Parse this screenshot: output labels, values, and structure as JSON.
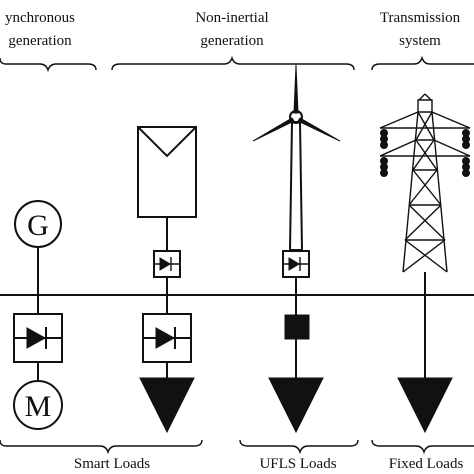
{
  "headers": {
    "synchronous": [
      "ynchronous",
      "generation"
    ],
    "noninertial": [
      "Non-inertial",
      "generation"
    ],
    "transmission": [
      "Transmission",
      "system"
    ]
  },
  "bottom_labels": {
    "smart": "Smart Loads",
    "ufls": "UFLS Loads",
    "fixed": "Fixed Loads"
  },
  "symbols": {
    "generator": "G",
    "motor": "M"
  }
}
